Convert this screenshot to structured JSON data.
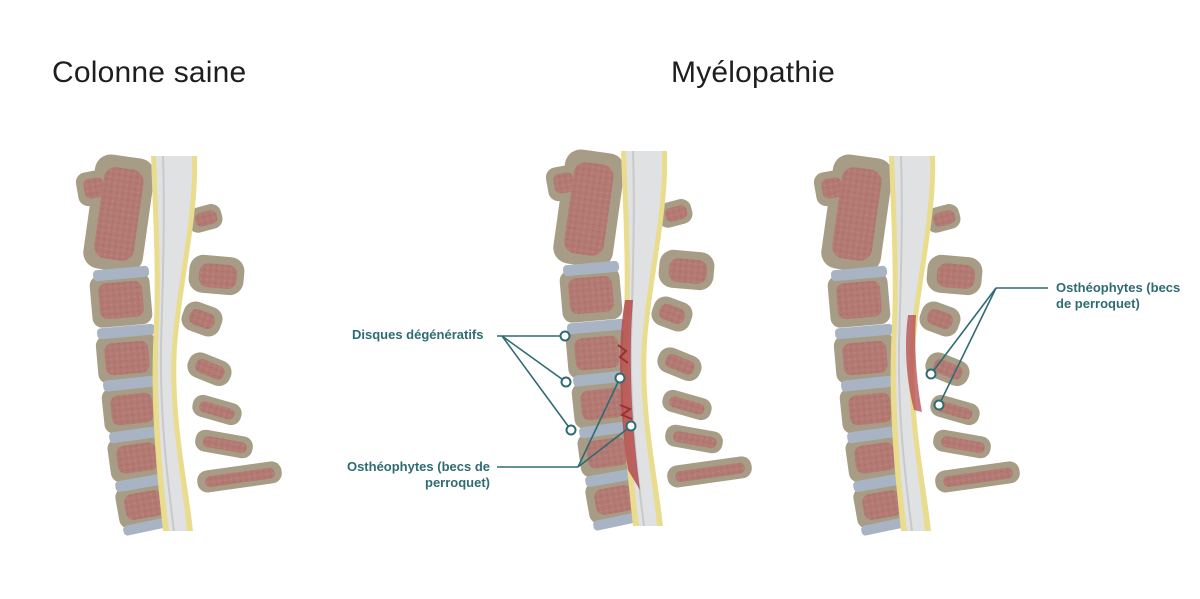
{
  "titles": {
    "healthy": "Colonne saine",
    "myelopathy": "Myélopathie"
  },
  "labels": {
    "degenerative_discs": "Disques dégénératifs",
    "osteophytes_middle_line1": "Osthéophytes (becs de",
    "osteophytes_middle_line2": "perroquet)",
    "osteophytes_right_line1": "Osthéophytes (becs",
    "osteophytes_right_line2": "de perroquet)"
  },
  "colors": {
    "bone_outer": "#a79c85",
    "bone_inner": "#b27a72",
    "disc": "#a8b4c4",
    "cord": "#e0e1e3",
    "dura": "#e9dc8c",
    "pathology": "#b34a50",
    "callout": "#2f6b73"
  }
}
